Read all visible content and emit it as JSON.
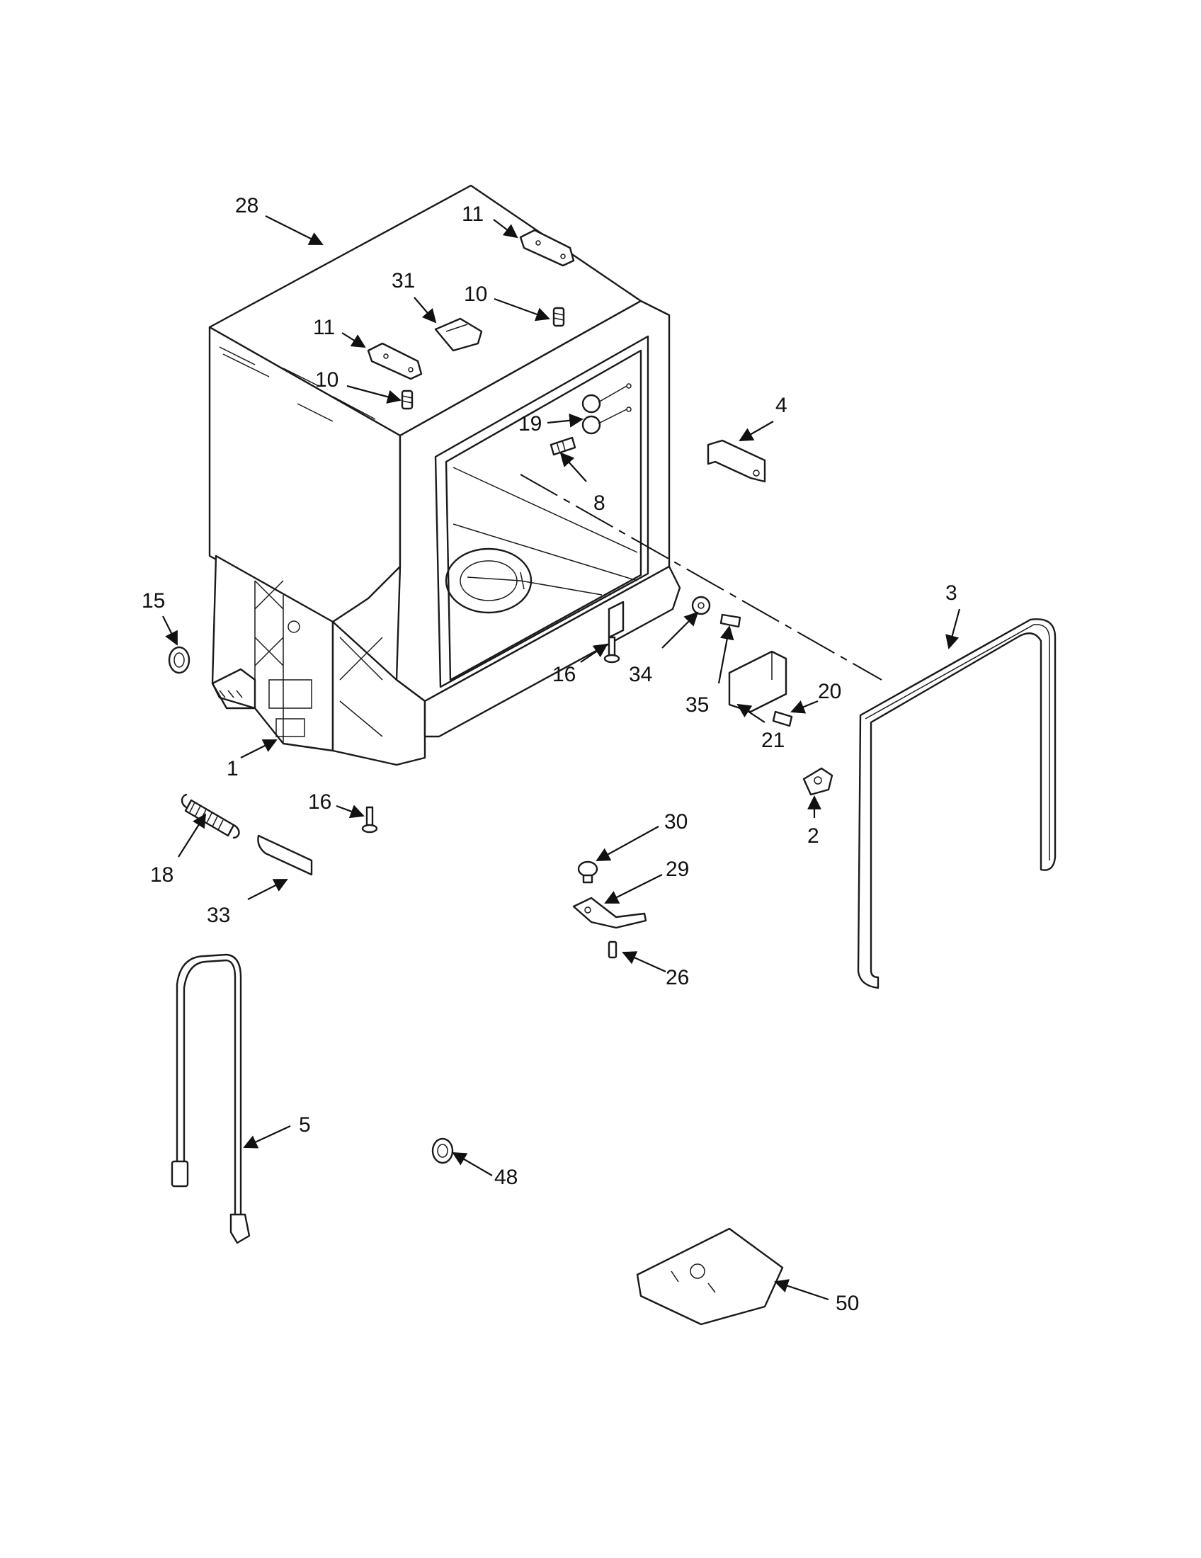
{
  "diagram": {
    "callouts": [
      {
        "id": "c28",
        "label": "28"
      },
      {
        "id": "c11a",
        "label": "11"
      },
      {
        "id": "c31",
        "label": "31"
      },
      {
        "id": "c10a",
        "label": "10"
      },
      {
        "id": "c11b",
        "label": "11"
      },
      {
        "id": "c10b",
        "label": "10"
      },
      {
        "id": "c19",
        "label": "19"
      },
      {
        "id": "c4",
        "label": "4"
      },
      {
        "id": "c8",
        "label": "8"
      },
      {
        "id": "c15",
        "label": "15"
      },
      {
        "id": "c3",
        "label": "3"
      },
      {
        "id": "c16a",
        "label": "16"
      },
      {
        "id": "c34",
        "label": "34"
      },
      {
        "id": "c20",
        "label": "20"
      },
      {
        "id": "c35",
        "label": "35"
      },
      {
        "id": "c21",
        "label": "21"
      },
      {
        "id": "c1",
        "label": "1"
      },
      {
        "id": "c16b",
        "label": "16"
      },
      {
        "id": "c2",
        "label": "2"
      },
      {
        "id": "c30",
        "label": "30"
      },
      {
        "id": "c29",
        "label": "29"
      },
      {
        "id": "c18",
        "label": "18"
      },
      {
        "id": "c33",
        "label": "33"
      },
      {
        "id": "c26",
        "label": "26"
      },
      {
        "id": "c5",
        "label": "5"
      },
      {
        "id": "c48",
        "label": "48"
      },
      {
        "id": "c50",
        "label": "50"
      }
    ]
  }
}
